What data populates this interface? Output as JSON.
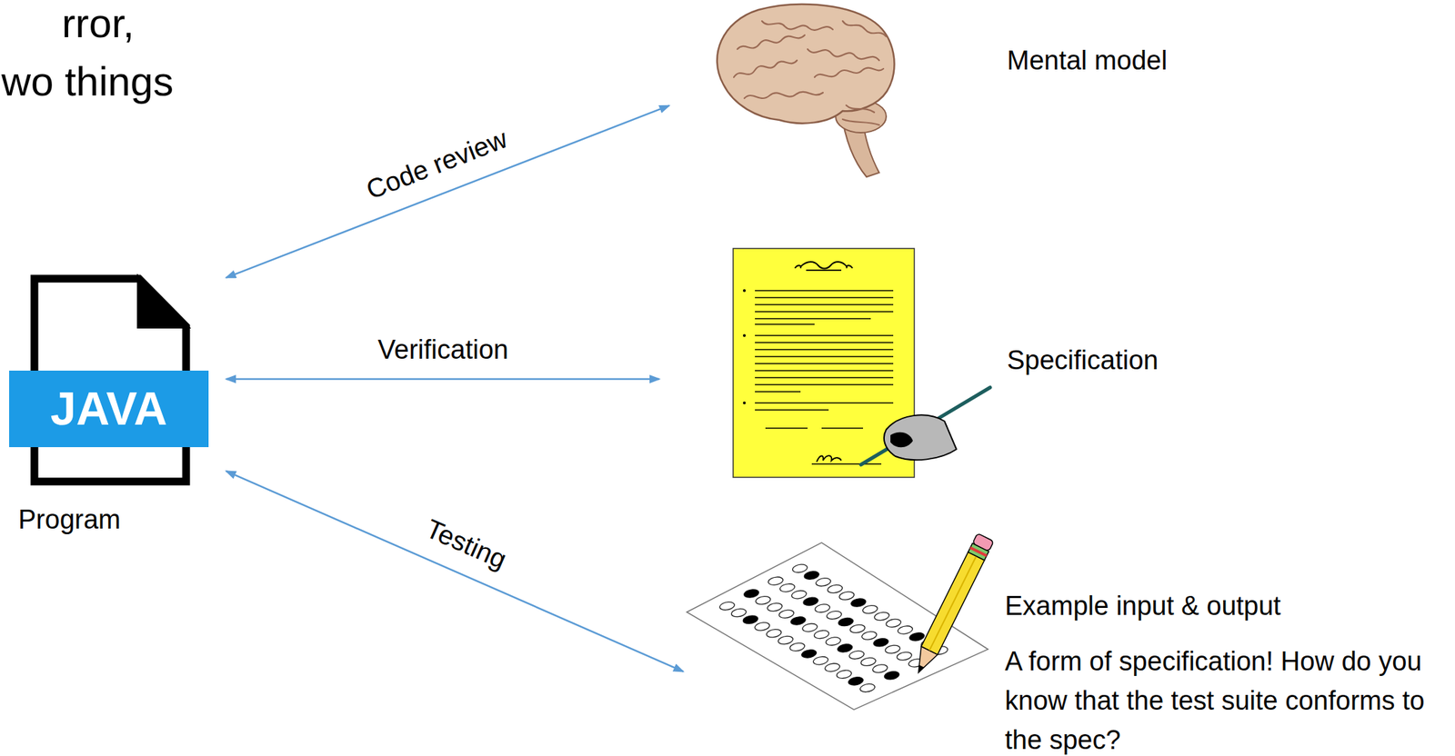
{
  "diagram": {
    "nodes": [
      {
        "text": [
          "JAVA",
          "Program"
        ]
      },
      {
        "text": [
          "Mental model"
        ]
      },
      {
        "text": [
          "Specification"
        ]
      },
      {
        "text": [
          "Example input & output",
          "A form of specification! How do you know that the test suite conforms to the spec?"
        ]
      }
    ],
    "edges": [
      {
        "from": 0,
        "to": 1,
        "label": "Code review",
        "arrow": "both"
      },
      {
        "from": 0,
        "to": 2,
        "label": "Verification",
        "arrow": "both"
      },
      {
        "from": 0,
        "to": 3,
        "label": "Testing",
        "arrow": "both"
      }
    ],
    "labels": [
      "rror,",
      "wo things"
    ]
  }
}
